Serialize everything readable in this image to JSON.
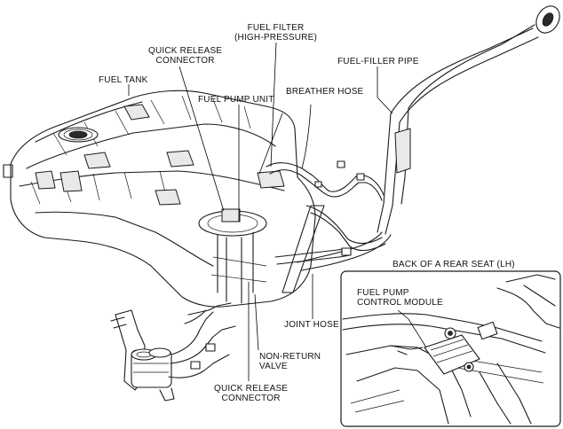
{
  "labels": {
    "fuel_filter": [
      "FUEL FILTER",
      "(HIGH-PRESSURE)"
    ],
    "quick_release_top": [
      "QUICK RELEASE",
      "CONNECTOR"
    ],
    "fuel_filler_pipe": "FUEL-FILLER PIPE",
    "fuel_tank": "FUEL TANK",
    "fuel_pump_unit": "FUEL PUMP UNIT",
    "breather_hose": "BREATHER HOSE",
    "inset_title": "BACK OF A REAR SEAT (LH)",
    "fuel_pump_control_module": [
      "FUEL PUMP",
      "CONTROL MODULE"
    ],
    "joint_hose": "JOINT HOSE",
    "non_return_valve": [
      "NON-RETURN",
      "VALVE"
    ],
    "quick_release_bottom": [
      "QUICK RELEASE",
      "CONNECTOR"
    ]
  }
}
